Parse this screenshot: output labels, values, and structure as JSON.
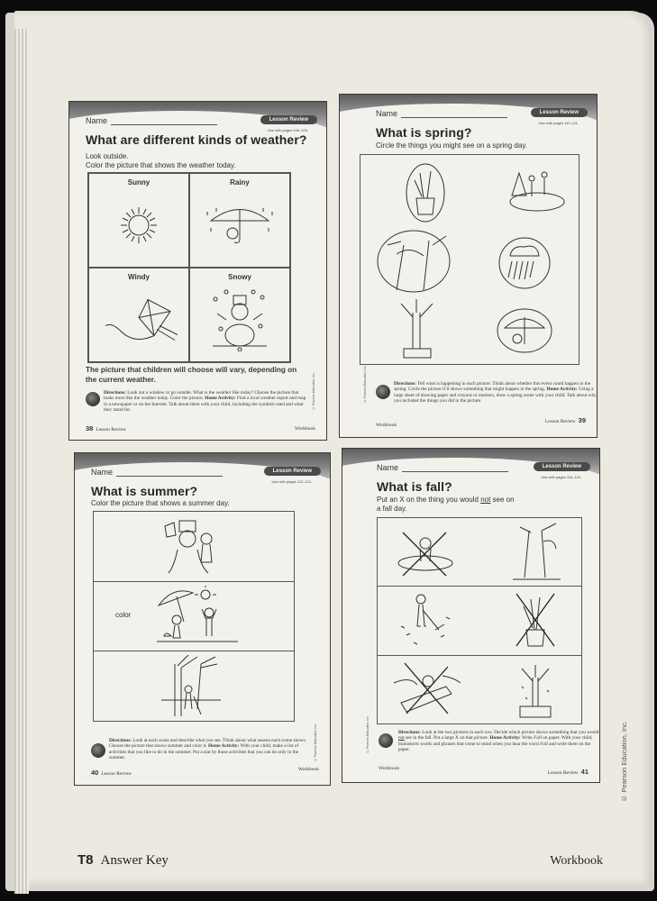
{
  "book": {
    "footer_code": "T8",
    "footer_title": "Answer Key",
    "footer_right": "Workbook",
    "side_copyright": "© Pearson Education, Inc."
  },
  "pages": [
    {
      "page_number": "38",
      "name_label": "Name",
      "badge": "Lesson Review",
      "use_with": "Use with pages 106–109.",
      "title": "What are different kinds of weather?",
      "instructions": [
        "Look outside.",
        "Color the picture that shows the weather today."
      ],
      "cells": [
        "Sunny",
        "Rainy",
        "Windy",
        "Snowy"
      ],
      "answer": "The picture that children will choose will vary, depending on the current weather.",
      "directions_label": "Directions:",
      "directions": "Look out a window or go outside. What is the weather like today? Choose the picture that looks most like the weather today. Color the picture.",
      "home_label": "Home Activity:",
      "home_activity": "Find a local weather report and map in a newspaper or on the Internet. Talk about them with your child, including the symbols used and what they stand for.",
      "footer_left": "Lesson Review",
      "footer_right": "Workbook",
      "copyright": "© Pearson Education, Inc."
    },
    {
      "page_number": "39",
      "name_label": "Name",
      "badge": "Lesson Review",
      "use_with": "Use with pages 110–111.",
      "title": "What is spring?",
      "instructions": [
        "Circle the things you might see on a spring day."
      ],
      "pictures": [
        "tulips in pot (circled)",
        "children playing in snow",
        "bird nest in tree (circled)",
        "rain cloud (circled)",
        "bare tree with falling leaves",
        "girl with umbrella in rain (circled)"
      ],
      "directions_label": "Directions:",
      "directions": "Tell what is happening in each picture. Think about whether this event could happen in the spring. Circle the picture if it shows something that might happen in the spring.",
      "home_label": "Home Activity:",
      "home_activity": "Using a large sheet of drawing paper and crayons or markers, draw a spring scene with your child. Talk about why you included the things you did in the picture.",
      "footer_left": "Workbook",
      "footer_right": "Lesson Review",
      "copyright": "© Pearson Education, Inc."
    },
    {
      "page_number": "40",
      "name_label": "Name",
      "badge": "Lesson Review",
      "use_with": "Use with pages 112–113.",
      "title": "What is summer?",
      "instructions": [
        "Color the picture that shows a summer day."
      ],
      "rows": [
        "child building snowman",
        "children at the beach with umbrella and sun",
        "child raking leaves under tree"
      ],
      "color_label": "color",
      "directions_label": "Directions:",
      "directions": "Look at each scene and describe what you see. Think about what season each scene shows. Choose the picture that shows summer and color it.",
      "home_label": "Home Activity:",
      "home_activity": "With your child, make a list of activities that you like to do in the summer. Put a star by those activities that you can do only in the summer.",
      "footer_left": "Lesson Review",
      "footer_right": "Workbook",
      "copyright": "© Pearson Education, Inc."
    },
    {
      "page_number": "41",
      "name_label": "Name",
      "badge": "Lesson Review",
      "use_with": "Use with pages 114–115.",
      "title": "What is fall?",
      "instructions_pre": "Put an X on the thing you would ",
      "instructions_underlined": "not",
      "instructions_post": " see on",
      "instructions_line2": "a fall day.",
      "rows": [
        {
          "left": "child in swim tube (X)",
          "right": "tree with squirrel"
        },
        {
          "left": "child raking leaves",
          "right": "tulips in pot (X)"
        },
        {
          "left": "child sledding (X)",
          "right": "tree with falling leaves"
        }
      ],
      "directions_label": "Directions:",
      "directions_a": "Look at the two pictures in each row. Decide which picture shows something that you would ",
      "directions_not": "not",
      "directions_b": " see in the fall. Put a large X on that picture.",
      "home_label": "Home Activity:",
      "home_activity_a": "Write ",
      "home_fall_1": "Fall",
      "home_activity_b": " on paper. With your child, brainstorm words and phrases that come to mind when you hear the word ",
      "home_fall_2": "Fall",
      "home_activity_c": " and write them on the paper.",
      "footer_left": "Workbook",
      "footer_right": "Lesson Review",
      "copyright": "© Pearson Education, Inc."
    }
  ]
}
